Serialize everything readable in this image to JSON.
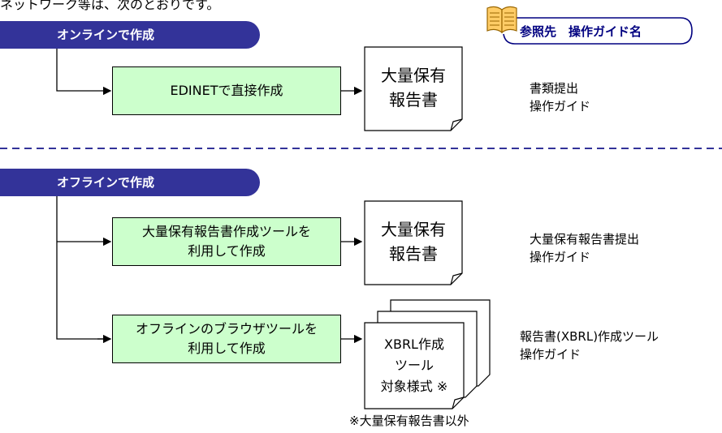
{
  "header_text": "ネットワーク等は、次のとおりです。",
  "reference": {
    "label": "参照先　操作ガイド名"
  },
  "online": {
    "title": "オンラインで作成",
    "method": "EDINETで直接作成",
    "document": [
      "大量保有",
      "報告書"
    ],
    "guide": [
      "書類提出",
      "操作ガイド"
    ]
  },
  "offline": {
    "title": "オフラインで作成",
    "tool_method": [
      "大量保有報告書作成ツールを",
      "利用して作成"
    ],
    "tool_document": [
      "大量保有",
      "報告書"
    ],
    "tool_guide": [
      "大量保有報告書提出",
      "操作ガイド"
    ],
    "browser_method": [
      "オフラインのブラウザツールを",
      "利用して作成"
    ],
    "browser_document": [
      "XBRL作成",
      "ツール",
      "対象様式 ※"
    ],
    "browser_guide": [
      "報告書(XBRL)作成ツール",
      "操作ガイド"
    ],
    "note": "※大量保有報告書以外"
  },
  "colors": {
    "navy": "#333399",
    "green": "#ccffcc",
    "dash": "#333399"
  }
}
